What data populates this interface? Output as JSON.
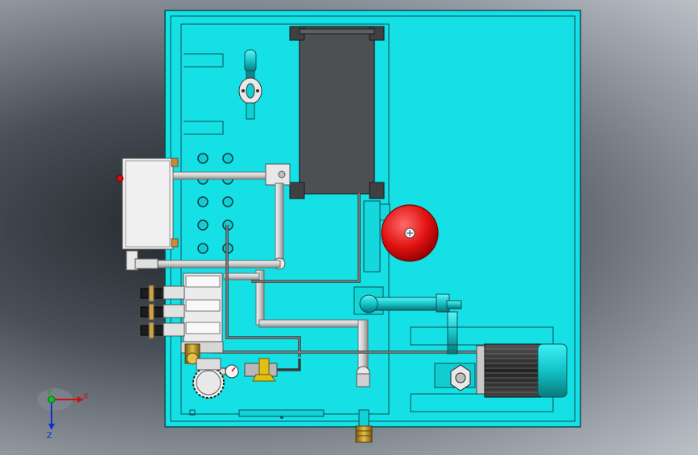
{
  "viewport": {
    "title": "",
    "background": "gray-gradient"
  },
  "colors": {
    "tank": "#14e0e6",
    "tank_edge": "#0b4f52",
    "pipe": "#c8c8c8",
    "reservoir": "#4d4f52",
    "accumulator": "#e01010",
    "motor": "#14c8cc",
    "valve_handle": "#e0c010",
    "brass": "#c89a2a"
  },
  "triad": {
    "x_label": "X",
    "y_label": "Y",
    "z_label": "Z"
  },
  "icons": {
    "axis": "xyz-triad-icon",
    "motor": "electric-motor-icon",
    "accumulator": "accumulator-icon",
    "gauge": "pressure-gauge-icon"
  }
}
